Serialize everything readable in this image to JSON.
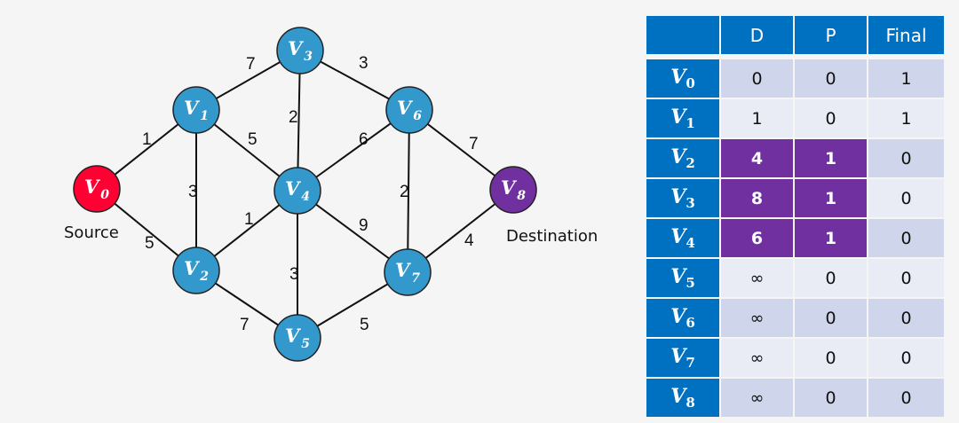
{
  "graph": {
    "nodes": [
      {
        "id": "V0",
        "letter": "V",
        "sub": "0",
        "role": "source",
        "color": "#ff0033"
      },
      {
        "id": "V1",
        "letter": "V",
        "sub": "1",
        "role": "normal",
        "color": "#3399cc"
      },
      {
        "id": "V2",
        "letter": "V",
        "sub": "2",
        "role": "normal",
        "color": "#3399cc"
      },
      {
        "id": "V3",
        "letter": "V",
        "sub": "3",
        "role": "normal",
        "color": "#3399cc"
      },
      {
        "id": "V4",
        "letter": "V",
        "sub": "4",
        "role": "normal",
        "color": "#3399cc"
      },
      {
        "id": "V5",
        "letter": "V",
        "sub": "5",
        "role": "normal",
        "color": "#3399cc"
      },
      {
        "id": "V6",
        "letter": "V",
        "sub": "6",
        "role": "normal",
        "color": "#3399cc"
      },
      {
        "id": "V7",
        "letter": "V",
        "sub": "7",
        "role": "normal",
        "color": "#3399cc"
      },
      {
        "id": "V8",
        "letter": "V",
        "sub": "8",
        "role": "destination",
        "color": "#7030a0"
      }
    ],
    "edges": [
      {
        "from": "V0",
        "to": "V1",
        "weight": "1"
      },
      {
        "from": "V0",
        "to": "V2",
        "weight": "5"
      },
      {
        "from": "V1",
        "to": "V3",
        "weight": "7"
      },
      {
        "from": "V1",
        "to": "V2",
        "weight": "3"
      },
      {
        "from": "V1",
        "to": "V4",
        "weight": "5"
      },
      {
        "from": "V2",
        "to": "V4",
        "weight": "1"
      },
      {
        "from": "V2",
        "to": "V5",
        "weight": "7"
      },
      {
        "from": "V3",
        "to": "V4",
        "weight": "2"
      },
      {
        "from": "V3",
        "to": "V6",
        "weight": "3"
      },
      {
        "from": "V4",
        "to": "V5",
        "weight": "3"
      },
      {
        "from": "V4",
        "to": "V6",
        "weight": "6"
      },
      {
        "from": "V4",
        "to": "V7",
        "weight": "9"
      },
      {
        "from": "V5",
        "to": "V7",
        "weight": "5"
      },
      {
        "from": "V6",
        "to": "V7",
        "weight": "2"
      },
      {
        "from": "V6",
        "to": "V8",
        "weight": "7"
      },
      {
        "from": "V7",
        "to": "V8",
        "weight": "4"
      }
    ],
    "source_label": "Source",
    "destination_label": "Destination"
  },
  "table": {
    "headers": [
      "",
      "D",
      "P",
      "Final"
    ],
    "rows": [
      {
        "letter": "V",
        "sub": "0",
        "D": "0",
        "P": "0",
        "Final": "1",
        "highlight": false
      },
      {
        "letter": "V",
        "sub": "1",
        "D": "1",
        "P": "0",
        "Final": "1",
        "highlight": false
      },
      {
        "letter": "V",
        "sub": "2",
        "D": "4",
        "P": "1",
        "Final": "0",
        "highlight": true
      },
      {
        "letter": "V",
        "sub": "3",
        "D": "8",
        "P": "1",
        "Final": "0",
        "highlight": true
      },
      {
        "letter": "V",
        "sub": "4",
        "D": "6",
        "P": "1",
        "Final": "0",
        "highlight": true
      },
      {
        "letter": "V",
        "sub": "5",
        "D": "∞",
        "P": "0",
        "Final": "0",
        "highlight": false
      },
      {
        "letter": "V",
        "sub": "6",
        "D": "∞",
        "P": "0",
        "Final": "0",
        "highlight": false
      },
      {
        "letter": "V",
        "sub": "7",
        "D": "∞",
        "P": "0",
        "Final": "0",
        "highlight": false
      },
      {
        "letter": "V",
        "sub": "8",
        "D": "∞",
        "P": "0",
        "Final": "0",
        "highlight": false
      }
    ],
    "colors": {
      "header": "#0070c0",
      "highlight": "#7030a0",
      "row_dark": "#cfd5ea",
      "row_light": "#e9ebf5"
    }
  }
}
